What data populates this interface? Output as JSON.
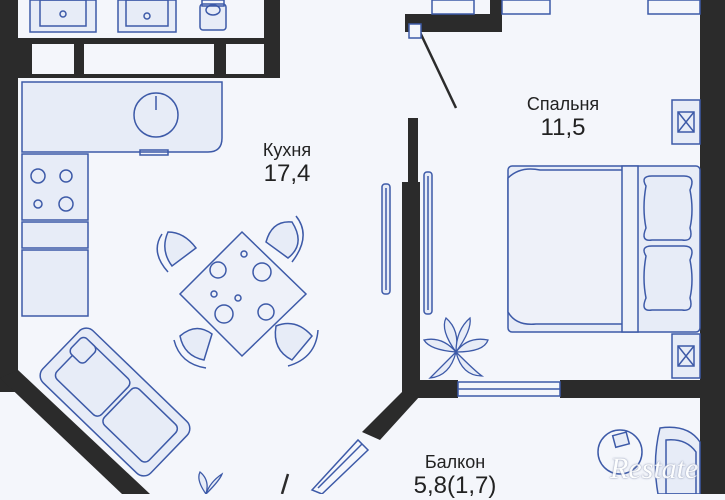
{
  "colors": {
    "background": "#f4f6fb",
    "wall": "#2b2b2b",
    "furniture_stroke": "#3d5aa8",
    "furniture_fill": "#e7ecf7",
    "text": "#222222"
  },
  "rooms": {
    "kitchen": {
      "name": "Кухня",
      "area": "17,4"
    },
    "bedroom": {
      "name": "Спальня",
      "area": "11,5"
    },
    "balcony": {
      "name": "Балкон",
      "area": "5,8(1,7)"
    }
  },
  "watermark": "Restate",
  "icons": [
    "sink-icon",
    "stove-icon",
    "dining-table-icon",
    "chair-icon",
    "sofa-icon",
    "bed-icon",
    "pillow-icon",
    "nightstand-icon",
    "plant-icon",
    "mirror-icon",
    "window-icon",
    "door-icon",
    "armchair-icon"
  ]
}
